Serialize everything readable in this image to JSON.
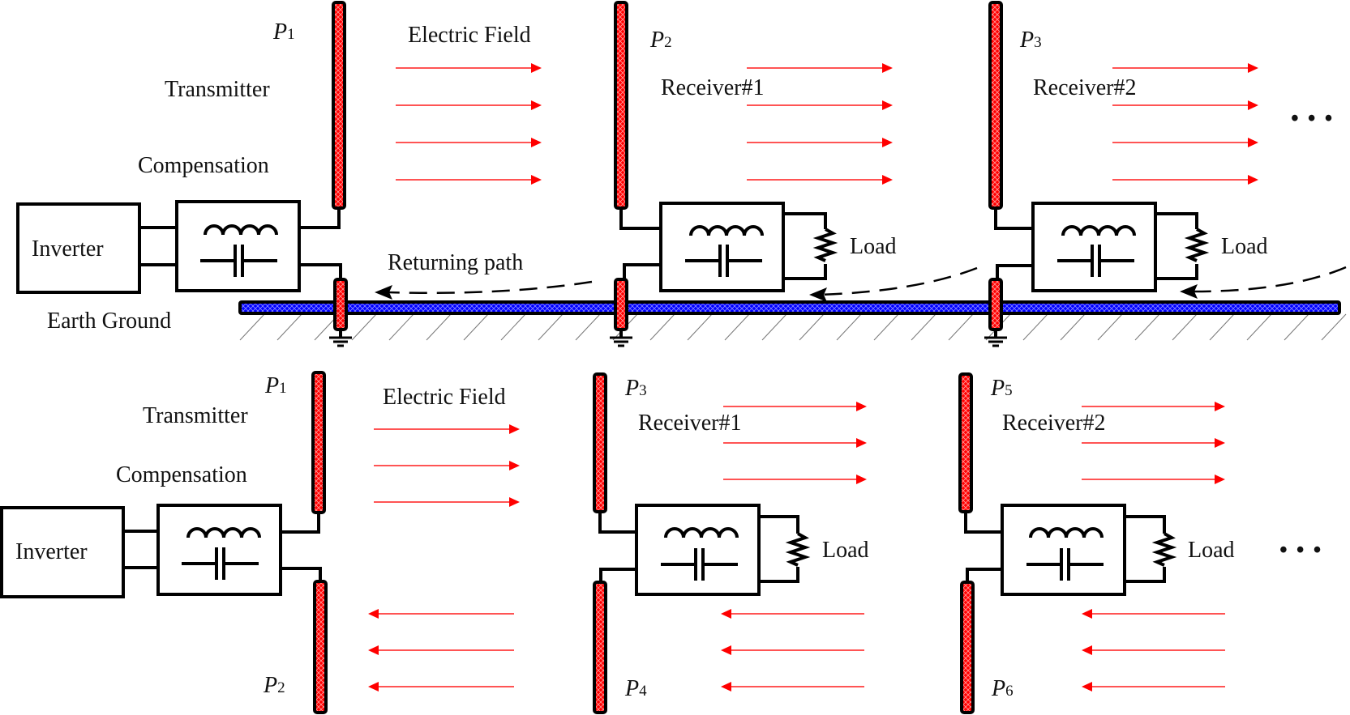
{
  "title": "Capacitive power transfer: single-wire earth-return vs. two-plate receivers",
  "colors": {
    "plate_fill": "#ff0000",
    "plate_border": "#000000",
    "ground_fill": "#0000ff",
    "field_arrow": "#ff0000",
    "line": "#000000"
  },
  "top": {
    "transmitter": {
      "plate_label": "P",
      "plate_sub": "1",
      "title": "Transmitter",
      "compensation": "Compensation",
      "inverter": "Inverter"
    },
    "field_label": "Electric Field",
    "receivers": [
      {
        "title": "Receiver#1",
        "plate_label": "P",
        "plate_sub": "2",
        "load": "Load"
      },
      {
        "title": "Receiver#2",
        "plate_label": "P",
        "plate_sub": "3",
        "load": "Load"
      }
    ],
    "returning_path": "Returning path",
    "earth_ground": "Earth Ground",
    "ellipsis": "• • •"
  },
  "bottom": {
    "transmitter": {
      "top_plate_label": "P",
      "top_plate_sub": "1",
      "bottom_plate_label": "P",
      "bottom_plate_sub": "2",
      "title": "Transmitter",
      "compensation": "Compensation",
      "inverter": "Inverter"
    },
    "field_label": "Electric Field",
    "receivers": [
      {
        "title": "Receiver#1",
        "top_plate_label": "P",
        "top_plate_sub": "3",
        "bottom_plate_label": "P",
        "bottom_plate_sub": "4",
        "load": "Load"
      },
      {
        "title": "Receiver#2",
        "top_plate_label": "P",
        "top_plate_sub": "5",
        "bottom_plate_label": "P",
        "bottom_plate_sub": "6",
        "load": "Load"
      }
    ],
    "ellipsis": "• • •"
  }
}
